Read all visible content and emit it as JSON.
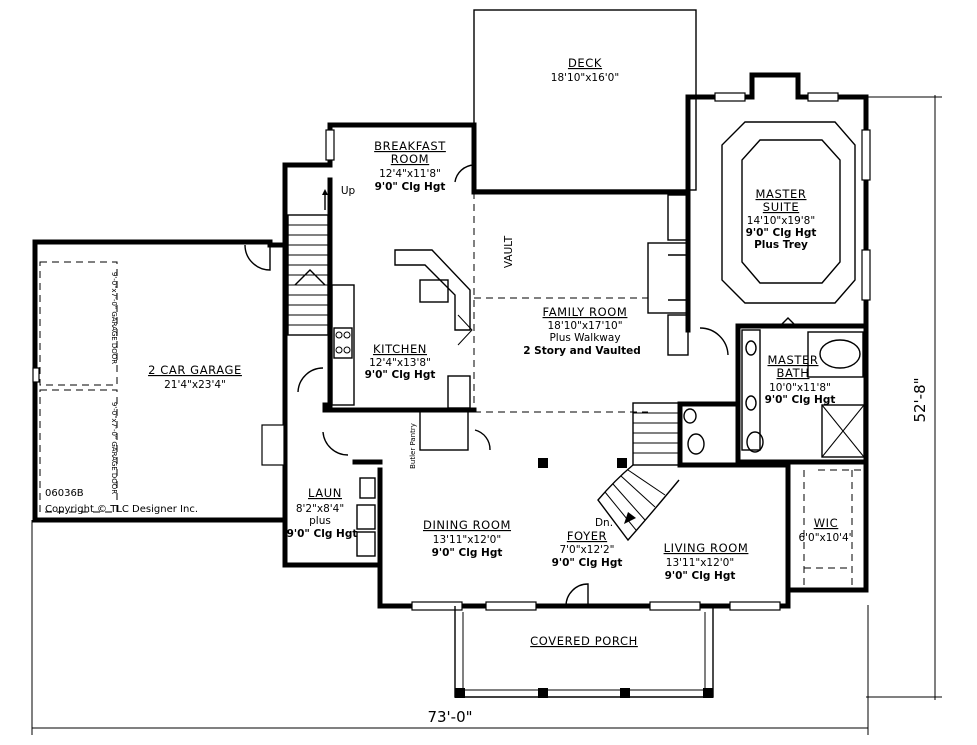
{
  "rooms": {
    "deck": {
      "name": "DECK",
      "size": "18'10\"x16'0\""
    },
    "breakfast": {
      "name_1": "BREAKFAST",
      "name_2": "ROOM",
      "size": "12'4\"x11'8\"",
      "note": "9'0\" Clg Hgt"
    },
    "master_suite": {
      "name_1": "MASTER",
      "name_2": "SUITE",
      "size": "14'10\"x19'8\"",
      "note": "9'0\" Clg Hgt",
      "extra": "Plus Trey"
    },
    "family": {
      "name": "FAMILY ROOM",
      "size": "18'10\"x17'10\"",
      "note_1": "Plus Walkway",
      "note_2": "2 Story and Vaulted"
    },
    "kitchen": {
      "name": "KITCHEN",
      "size": "12'4\"x13'8\"",
      "note": "9'0\" Clg Hgt"
    },
    "garage": {
      "name": "2 CAR GARAGE",
      "size": "21'4\"x23'4\""
    },
    "master_bath": {
      "name_1": "MASTER",
      "name_2": "BATH",
      "size": "10'0\"x11'8\"",
      "note": "9'0\" Clg Hgt"
    },
    "laundry": {
      "name": "LAUN",
      "size": "8'2\"x8'4\"",
      "note_1": "plus",
      "note_2": "9'0\" Clg Hgt"
    },
    "dining": {
      "name": "DINING ROOM",
      "size": "13'11\"x12'0\"",
      "note": "9'0\" Clg Hgt"
    },
    "foyer": {
      "name": "FOYER",
      "size": "7'0\"x12'2\"",
      "note": "9'0\" Clg Hgt"
    },
    "living": {
      "name": "LIVING ROOM",
      "size": "13'11\"x12'0\"",
      "note": "9'0\" Clg Hgt"
    },
    "wic": {
      "name": "WIC",
      "size": "6'0\"x10'4\""
    },
    "porch": {
      "name": "COVERED PORCH"
    }
  },
  "annotations": {
    "up": "Up",
    "down": "Dn.",
    "vault": "VAULT",
    "butler_pantry": "Butler Pantry",
    "garage_door_1": "9'-0\"x7'-0\" GARAGE DOOR",
    "garage_door_2": "9'-0\"x7'-0\" GARAGE DOOR"
  },
  "dimensions": {
    "width": "73'-0\"",
    "depth": "52'-8\""
  },
  "footer": {
    "plan_id": "06036B",
    "copyright": "Copyright © TLC Designer Inc."
  }
}
